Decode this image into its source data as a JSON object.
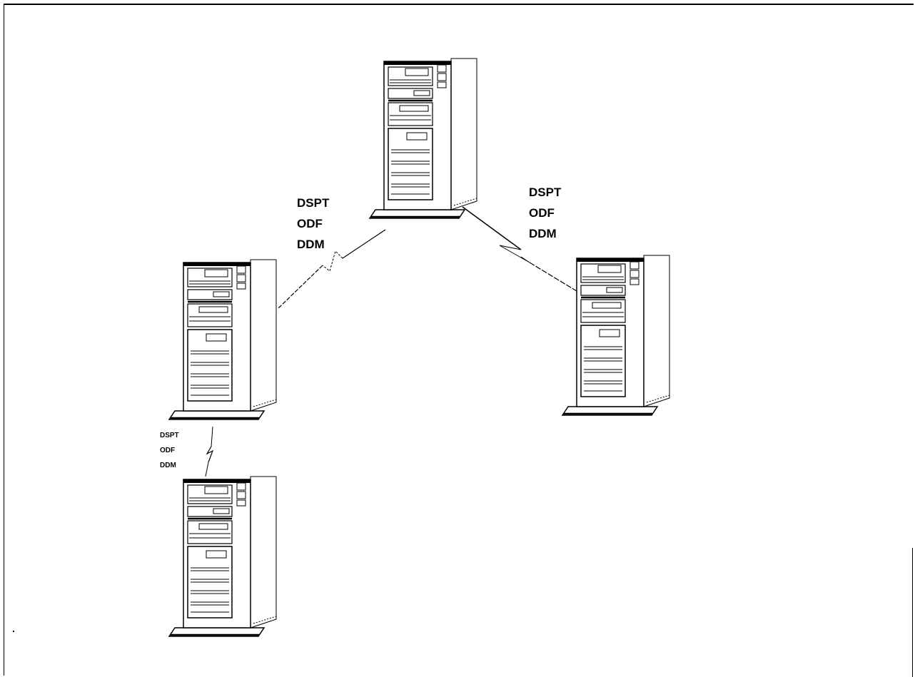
{
  "labels": {
    "left_link": {
      "line1": "DSPT",
      "line2": "ODF",
      "line3": "DDM"
    },
    "right_link": {
      "line1": "DSPT",
      "line2": "ODF",
      "line3": "DDM"
    },
    "bottom_link": {
      "line1": "DSPT",
      "line2": "ODF",
      "line3": "DDM"
    }
  }
}
